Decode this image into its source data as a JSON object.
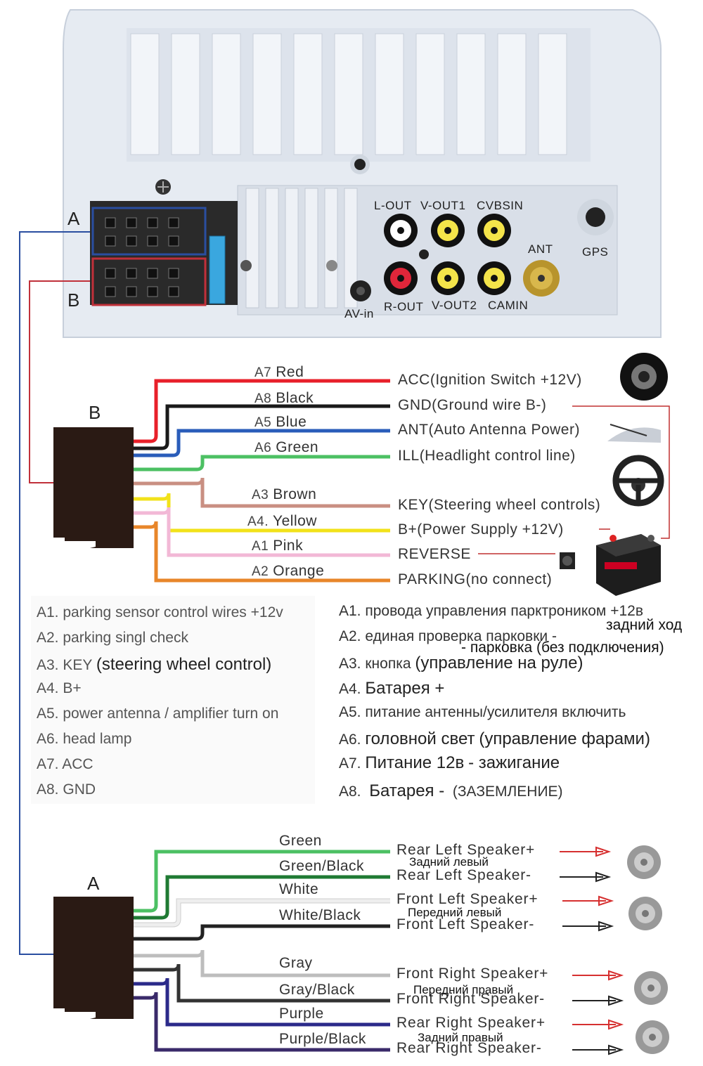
{
  "head_unit": {
    "connector_a_label": "A",
    "connector_b_label": "B",
    "jacks": {
      "lout": "L-OUT",
      "vout1": "V-OUT1",
      "cvbsin": "CVBSIN",
      "ant": "ANT",
      "gps": "GPS",
      "avin": "AV-in",
      "rout": "R-OUT",
      "vout2": "V-OUT2",
      "camin": "CAMIN"
    }
  },
  "harness_b": {
    "label": "B",
    "wires": [
      {
        "code": "A7",
        "color_name": "Red",
        "color": "#e8202a",
        "function": "ACC(Ignition Switch +12V)"
      },
      {
        "code": "A8",
        "color_name": "Black",
        "color": "#1a1a1a",
        "function": "GND(Ground wire B-)"
      },
      {
        "code": "A5",
        "color_name": "Blue",
        "color": "#2a5dba",
        "function": "ANT(Auto Antenna Power)"
      },
      {
        "code": "A6",
        "color_name": "Green",
        "color": "#4cc063",
        "function": "ILL(Headlight control line)"
      },
      {
        "code": "A3",
        "color_name": "Brown",
        "color": "#c98f82",
        "function": "KEY(Steering wheel controls)"
      },
      {
        "code": "A4.",
        "color_name": "Yellow",
        "color": "#f2e21a",
        "function": "B+(Power Supply +12V)"
      },
      {
        "code": "A1",
        "color_name": "Pink",
        "color": "#f2b8d6",
        "function": "REVERSE"
      },
      {
        "code": "A2",
        "color_name": "Orange",
        "color": "#e8862a",
        "function": "PARKING(no connect)"
      }
    ]
  },
  "legend_en": [
    "A1. parking sensor control wires +12v",
    "A2. parking singl check",
    "A3. KEY",
    "A4. B+",
    "A5. power antenna / amplifier turn on",
    "A6. head lamp",
    "A7. ACC",
    "A8. GND"
  ],
  "legend_en_a3_extra": "(steering wheel control)",
  "legend_ru": [
    "A1. провода управления парктроником +12в",
    "A2. единая проверка парковки  -",
    "A3. кнопка",
    "A4.",
    "A5. питание антенны/усилителя включить",
    "A6.",
    "A7.",
    "A8."
  ],
  "legend_ru_extra": {
    "a1_sub": "задний ход",
    "a2_sub": "- парковка (без подключения)",
    "a3_big": "(управление на руле)",
    "a4_big": "Батарея +",
    "a6_big": "головной свет",
    "a6_tail": "(управление фарами)",
    "a7_big": "Питание 12в",
    "a7_tail": "- зажигание",
    "a8_big": "Батарея -",
    "a8_tail": "(ЗАЗЕМЛЕНИЕ)"
  },
  "harness_a": {
    "label": "A",
    "wires": [
      {
        "color_name": "Green",
        "color": "#4cc063",
        "function": "Rear Left Speaker+"
      },
      {
        "color_name": "Green/Black",
        "color": "#1f7a33",
        "function": "Rear Left Speaker-"
      },
      {
        "color_name": "White",
        "color": "#eeeeee",
        "function": "Front Left Speaker+"
      },
      {
        "color_name": "White/Black",
        "color": "#222222",
        "function": "Front Left Speaker-"
      },
      {
        "color_name": "Gray",
        "color": "#bdbdbd",
        "function": "Front Right Speaker+"
      },
      {
        "color_name": "Gray/Black",
        "color": "#333333",
        "function": "Front Right Speaker-"
      },
      {
        "color_name": "Purple",
        "color": "#2b2a8a",
        "function": "Rear Right Speaker+"
      },
      {
        "color_name": "Purple/Black",
        "color": "#3a2a6a",
        "function": "Rear Right Speaker-"
      }
    ],
    "speaker_ru": [
      "Задний левый",
      "Передний левый",
      "Передний правый",
      "Задний правый"
    ]
  }
}
